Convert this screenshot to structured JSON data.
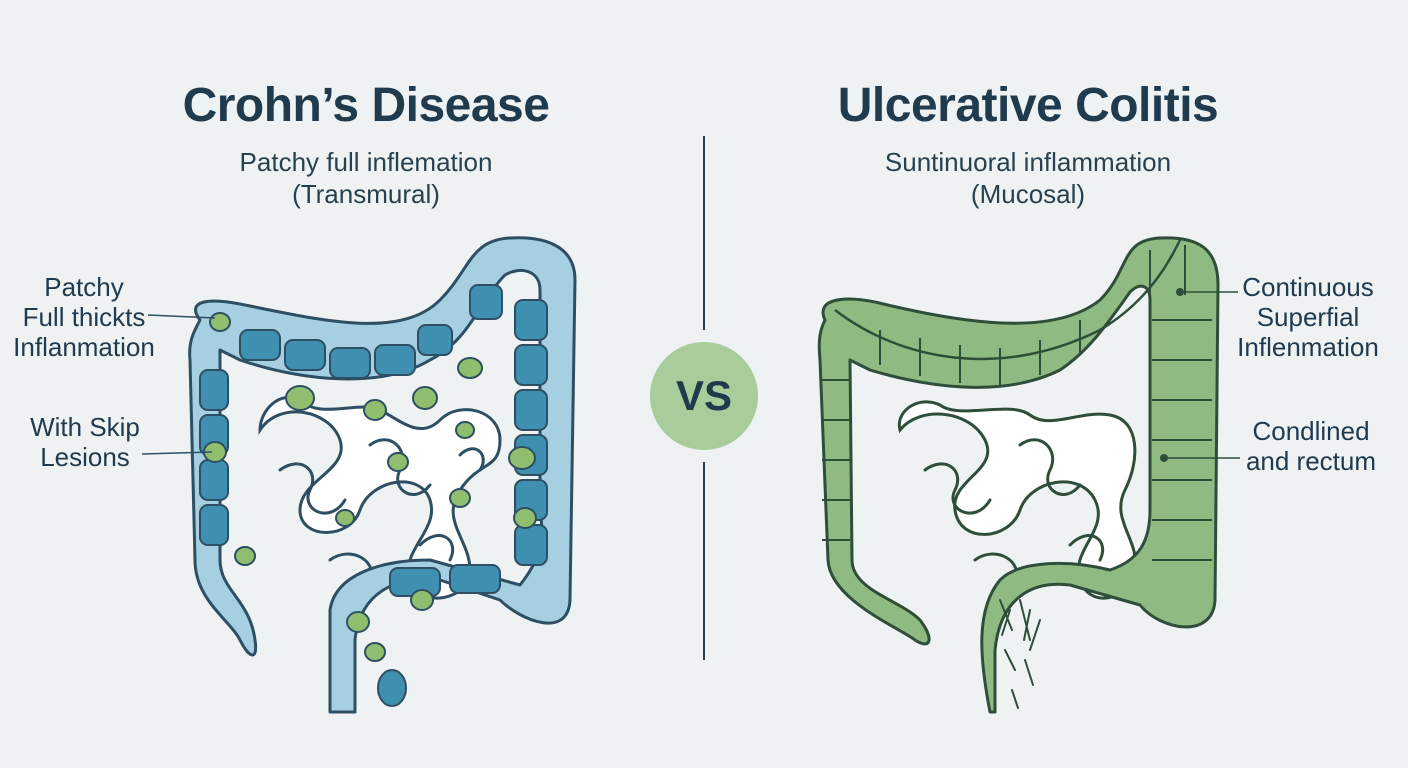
{
  "left": {
    "title": "Crohn’s Disease",
    "subtitle_line1": "Patchy full inflemation",
    "subtitle_line2": "(Transmural)",
    "label1": [
      "Patchy",
      "Full thickts",
      "Inflanmation"
    ],
    "label2": [
      "With Skip",
      "Lesions"
    ],
    "colors": {
      "colon_fill": "#a6cfe2",
      "haustra": "#3f8fb0",
      "lesion": "#8fbf6e",
      "outline": "#2e4f63"
    }
  },
  "right": {
    "title": "Ulcerative Colitis",
    "subtitle_line1": "Suntinuoral inflammation",
    "subtitle_line2": "(Mucosal)",
    "label1": [
      "Continuous",
      "Superfial",
      "Inflenmation"
    ],
    "label2": [
      "Condlined",
      "and rectum"
    ],
    "colors": {
      "colon_fill": "#8fbb82",
      "outline": "#2f4e3a"
    }
  },
  "vs_label": "VS"
}
